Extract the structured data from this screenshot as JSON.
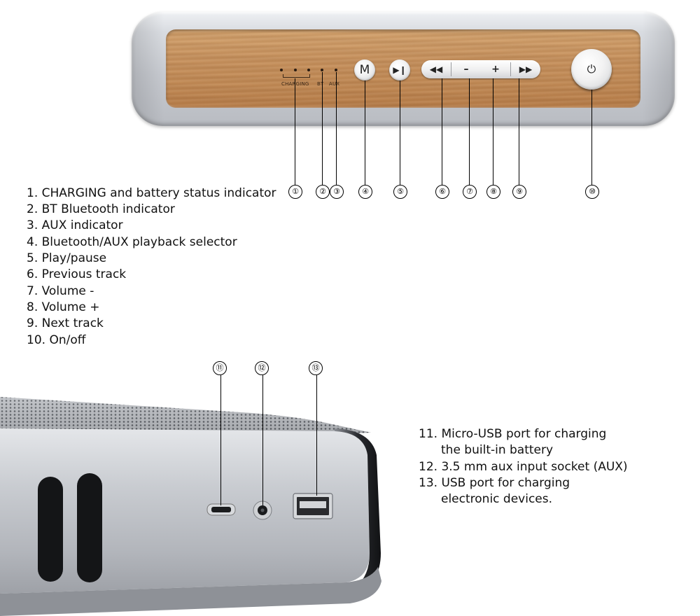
{
  "panel": {
    "label_charging": "CHARGING",
    "label_bt": "BT",
    "label_aux": "AUX",
    "button_mode_glyph": "M",
    "button_play_glyph": "▶❙",
    "button_prev_glyph": "◀◀",
    "button_minus_glyph": "–",
    "button_plus_glyph": "+",
    "button_next_glyph": "▶▶",
    "button_power_glyph": "⏻"
  },
  "callouts_top": [
    "①",
    "②",
    "③",
    "④",
    "⑤",
    "⑥",
    "⑦",
    "⑧",
    "⑨",
    "⑩"
  ],
  "callouts_side": [
    "⑪",
    "⑫",
    "⑬"
  ],
  "legend_top": [
    "1. CHARGING and battery status indicator",
    "2. BT Bluetooth indicator",
    "3. AUX indicator",
    "4. Bluetooth/AUX playback selector",
    "5. Play/pause",
    "6. Previous track",
    "7. Volume  -",
    "8. Volume +",
    "9. Next track",
    "10. On/off"
  ],
  "legend_side": [
    "11. Micro-USB port for charging",
    "the built-in battery",
    "12. 3.5 mm aux input socket (AUX)",
    "13. USB port for charging",
    "electronic devices."
  ],
  "colors": {
    "wood": "#c99460",
    "aluminium": "#c6c9cf",
    "text": "#111111"
  }
}
